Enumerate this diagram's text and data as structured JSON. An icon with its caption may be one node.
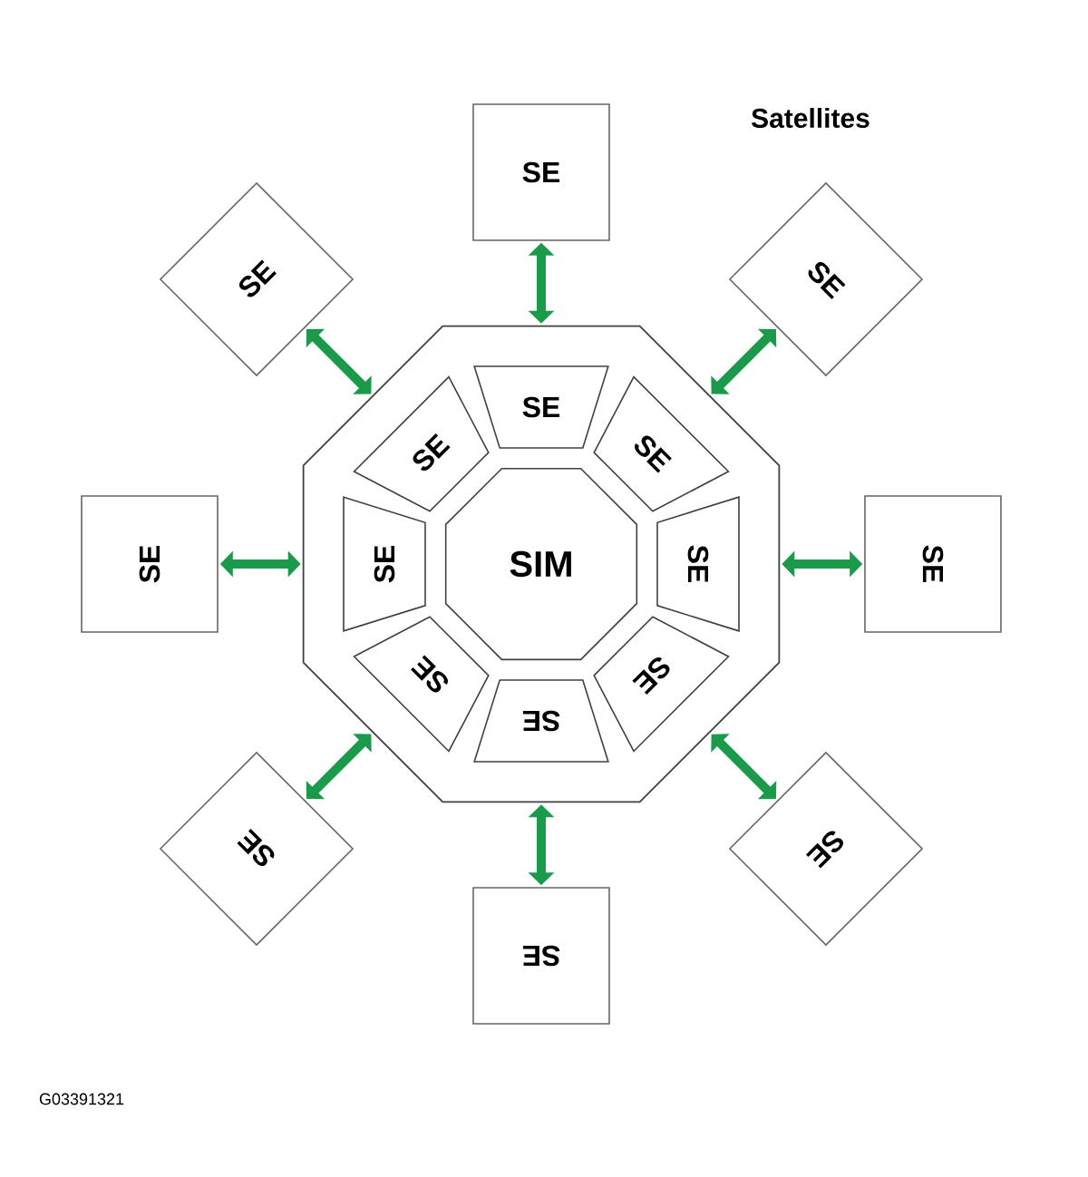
{
  "diagram": {
    "nodes": [
      {
        "text": [],
        "shape": "octagon"
      },
      {
        "text": [
          "SIM"
        ],
        "in": 0
      },
      {
        "text": [
          "SE"
        ],
        "in": 0
      },
      {
        "text": [
          "SE"
        ],
        "in": 0
      },
      {
        "text": [
          "SE"
        ],
        "in": 0
      },
      {
        "text": [
          "SE"
        ],
        "in": 0
      },
      {
        "text": [
          "SE"
        ],
        "in": 0
      },
      {
        "text": [
          "SE"
        ],
        "in": 0
      },
      {
        "text": [
          "SE"
        ],
        "in": 0
      },
      {
        "text": [
          "SE"
        ],
        "in": 0
      },
      {
        "text": [
          "SE"
        ]
      },
      {
        "text": [
          "SE"
        ]
      },
      {
        "text": [
          "SE"
        ]
      },
      {
        "text": [
          "SE"
        ]
      },
      {
        "text": [
          "SE"
        ]
      },
      {
        "text": [
          "SE"
        ]
      },
      {
        "text": [
          "SE"
        ]
      },
      {
        "text": [
          "SE"
        ]
      }
    ],
    "edges": [
      {
        "from": 10,
        "to": 0,
        "arrow": "both"
      },
      {
        "from": 11,
        "to": 0,
        "arrow": "both"
      },
      {
        "from": 12,
        "to": 0,
        "arrow": "both"
      },
      {
        "from": 13,
        "to": 0,
        "arrow": "both"
      },
      {
        "from": 14,
        "to": 0,
        "arrow": "both"
      },
      {
        "from": 15,
        "to": 0,
        "arrow": "both"
      },
      {
        "from": 16,
        "to": 0,
        "arrow": "both"
      },
      {
        "from": 17,
        "to": 0,
        "arrow": "both"
      }
    ],
    "labels": [
      "Satellites",
      "G03391321"
    ]
  }
}
